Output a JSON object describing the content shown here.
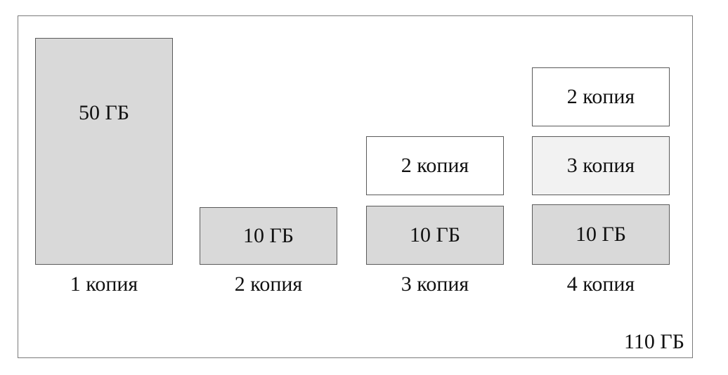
{
  "columns": [
    {
      "label": "1 копия",
      "blocks": [
        {
          "text": "50 ГБ",
          "tone": "base"
        }
      ]
    },
    {
      "label": "2 копия",
      "blocks": [
        {
          "text": "10 ГБ",
          "tone": "base"
        }
      ]
    },
    {
      "label": "3 копия",
      "blocks": [
        {
          "text": "10 ГБ",
          "tone": "base"
        },
        {
          "text": "2 копия",
          "tone": "top"
        }
      ]
    },
    {
      "label": "4 копия",
      "blocks": [
        {
          "text": "10 ГБ",
          "tone": "base"
        },
        {
          "text": "3 копия",
          "tone": "mid"
        },
        {
          "text": "2 копия",
          "tone": "top"
        }
      ]
    }
  ],
  "total": "110 ГБ",
  "colors": {
    "base": "#d9d9d9",
    "mid": "#f2f2f2",
    "top": "#ffffff",
    "border": "#5a5a5a"
  }
}
